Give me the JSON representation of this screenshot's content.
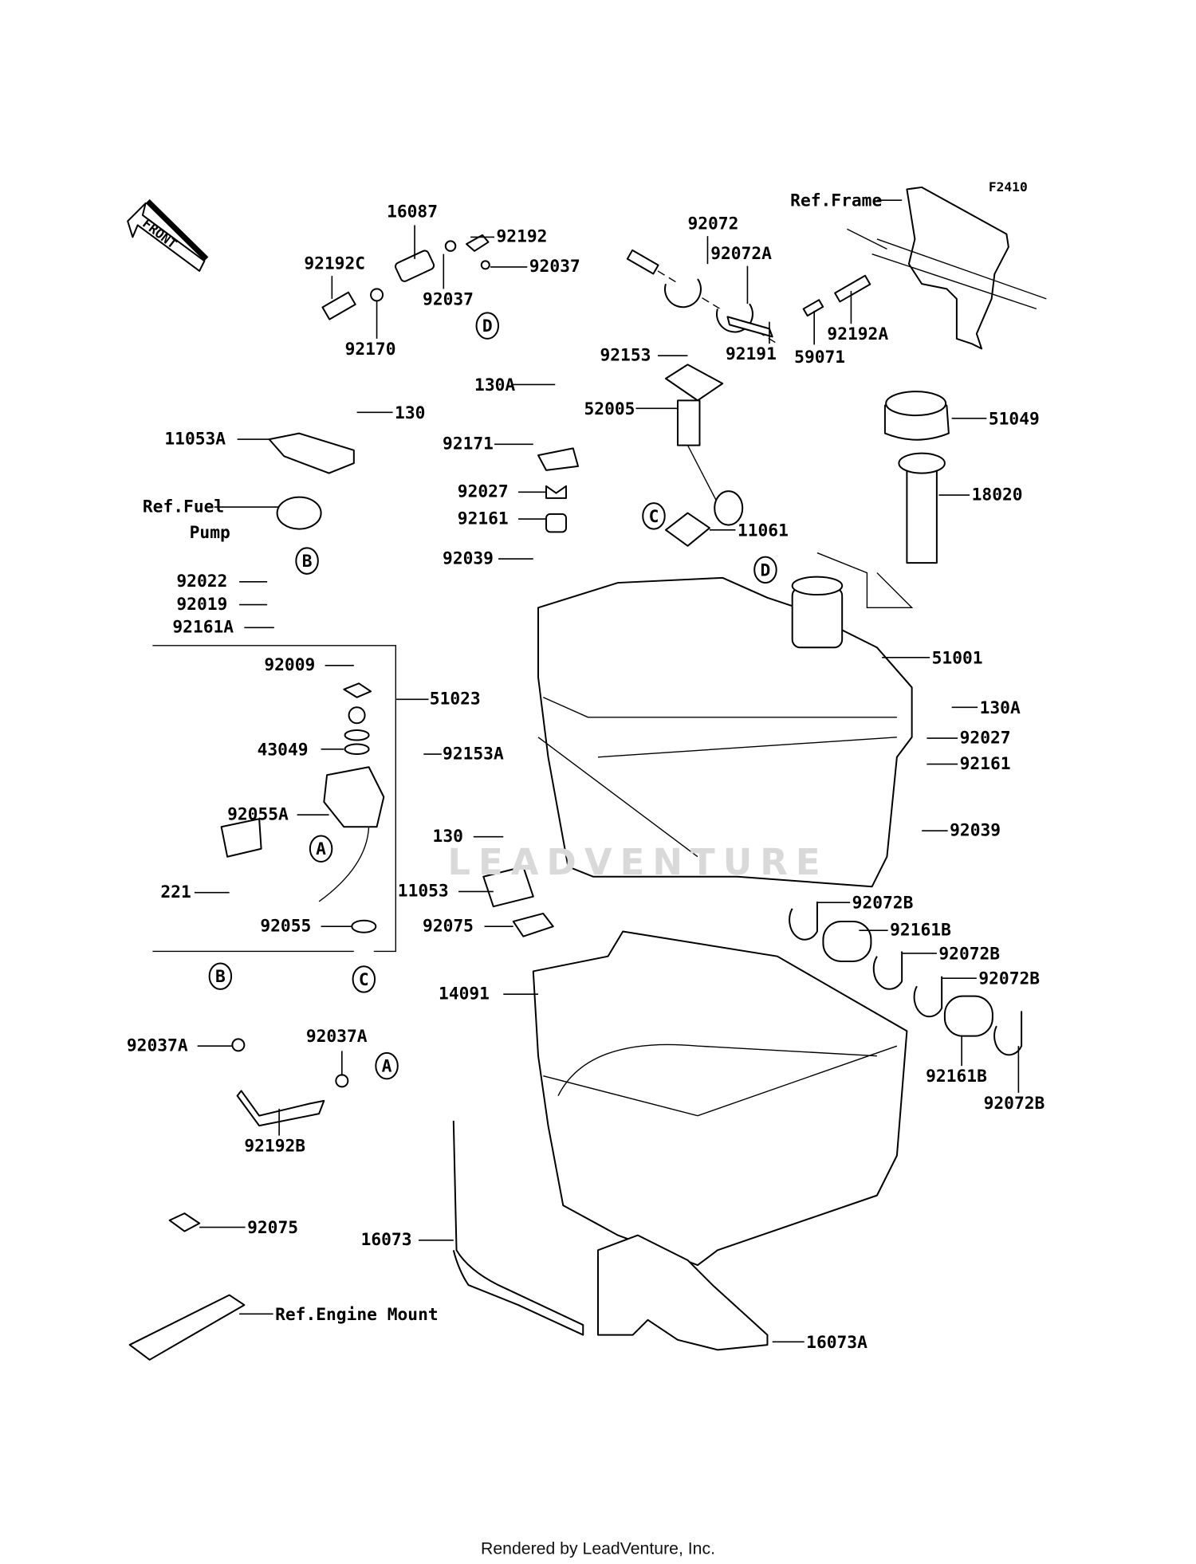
{
  "diagram_code": "F2410",
  "front_arrow_label": "FRONT",
  "watermark": "LEADVENTURE",
  "footer": "Rendered by LeadVenture, Inc.",
  "labels": [
    {
      "text": "Ref.Frame"
    },
    {
      "text": "16087"
    },
    {
      "text": "92192"
    },
    {
      "text": "92192C"
    },
    {
      "text": "92037"
    },
    {
      "text": "92037"
    },
    {
      "text": "92170"
    },
    {
      "text": "92072"
    },
    {
      "text": "92072A"
    },
    {
      "text": "92191"
    },
    {
      "text": "59071"
    },
    {
      "text": "92192A"
    },
    {
      "text": "92153"
    },
    {
      "text": "130A"
    },
    {
      "text": "130"
    },
    {
      "text": "11053A"
    },
    {
      "text": "52005"
    },
    {
      "text": "51049"
    },
    {
      "text": "92171"
    },
    {
      "text": "Ref.Fuel"
    },
    {
      "text": "Pump"
    },
    {
      "text": "18020"
    },
    {
      "text": "92027"
    },
    {
      "text": "92161"
    },
    {
      "text": "11061"
    },
    {
      "text": "92039"
    },
    {
      "text": "92022"
    },
    {
      "text": "92019"
    },
    {
      "text": "92161A"
    },
    {
      "text": "51001"
    },
    {
      "text": "92009"
    },
    {
      "text": "51023"
    },
    {
      "text": "130A"
    },
    {
      "text": "92027"
    },
    {
      "text": "43049"
    },
    {
      "text": "92153A"
    },
    {
      "text": "92161"
    },
    {
      "text": "92055A"
    },
    {
      "text": "92039"
    },
    {
      "text": "130"
    },
    {
      "text": "221"
    },
    {
      "text": "11053"
    },
    {
      "text": "92072B"
    },
    {
      "text": "92161B"
    },
    {
      "text": "92055"
    },
    {
      "text": "92075"
    },
    {
      "text": "92072B"
    },
    {
      "text": "92072B"
    },
    {
      "text": "14091"
    },
    {
      "text": "92037A"
    },
    {
      "text": "92037A"
    },
    {
      "text": "92161B"
    },
    {
      "text": "92072B"
    },
    {
      "text": "92192B"
    },
    {
      "text": "92075"
    },
    {
      "text": "16073"
    },
    {
      "text": "Ref.Engine Mount"
    },
    {
      "text": "16073A"
    }
  ],
  "callouts": [
    "D",
    "C",
    "B",
    "D",
    "A",
    "C",
    "B",
    "A"
  ]
}
